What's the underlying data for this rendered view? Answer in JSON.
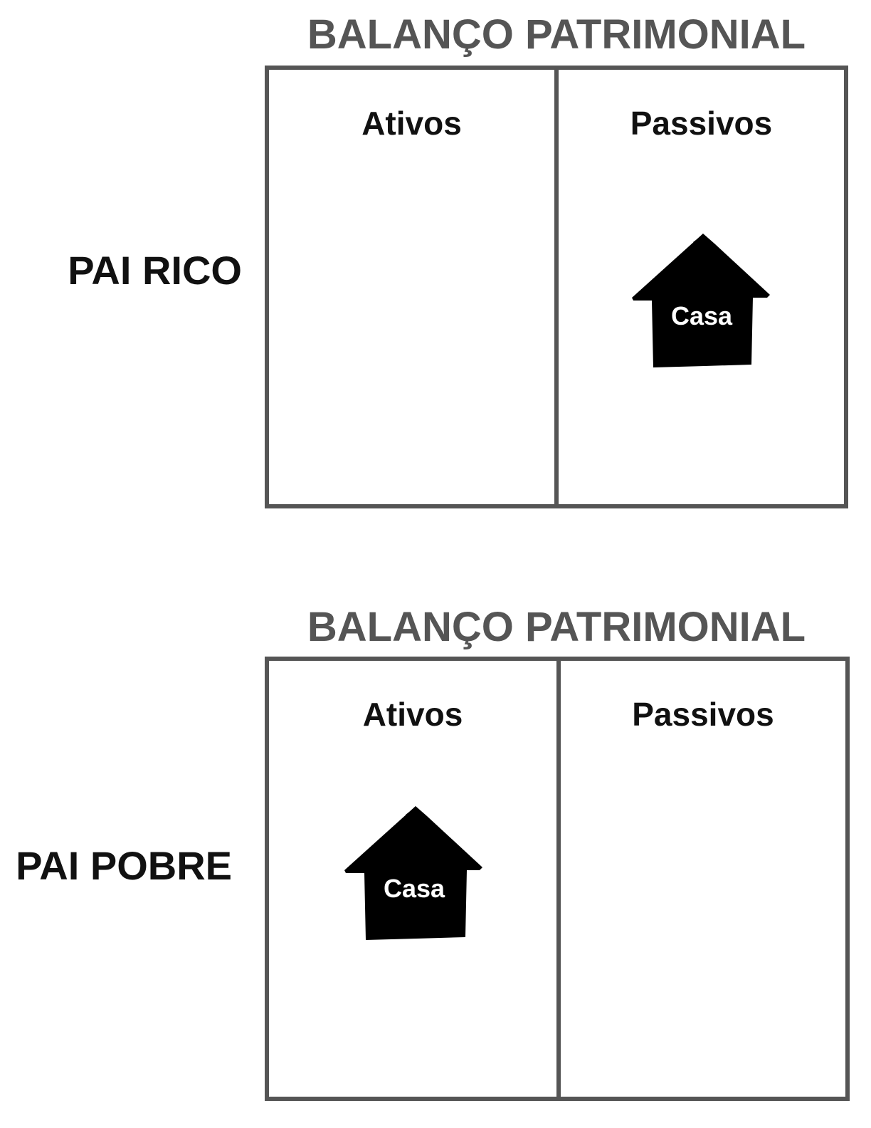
{
  "sheets": [
    {
      "title": "BALANÇO PATRIMONIAL",
      "row_label": "PAI RICO",
      "assets_header": "Ativos",
      "liabilities_header": "Passivos",
      "house_label": "Casa",
      "house_column": "Passivos"
    },
    {
      "title": "BALANÇO PATRIMONIAL",
      "row_label": "PAI POBRE",
      "assets_header": "Ativos",
      "liabilities_header": "Passivos",
      "house_label": "Casa",
      "house_column": "Ativos"
    }
  ],
  "colors": {
    "border": "#555555",
    "title": "#555555",
    "text": "#111111",
    "house_fill": "#000000",
    "house_text": "#ffffff"
  },
  "icons": {
    "house": "house-icon"
  }
}
